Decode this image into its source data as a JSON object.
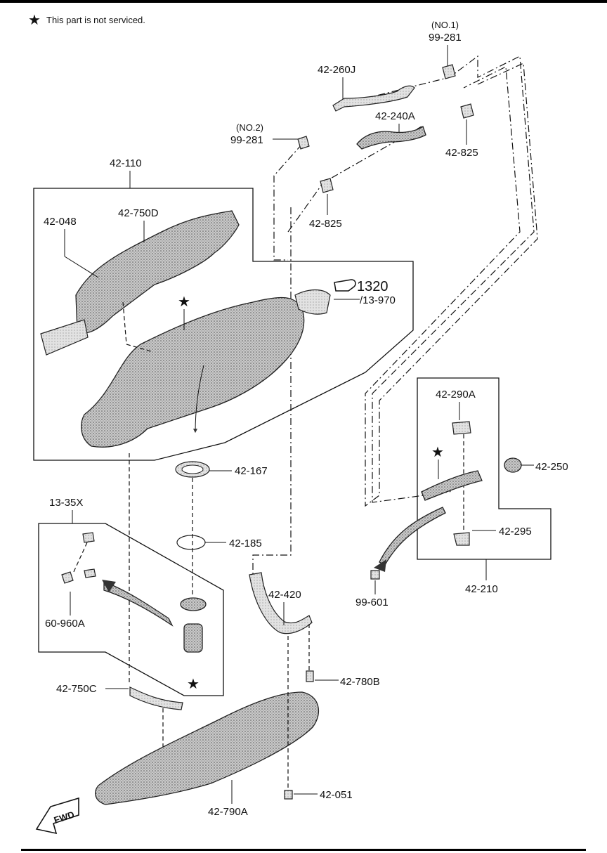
{
  "note": {
    "symbol": "★",
    "text": "This part is not serviced."
  },
  "callouts": {
    "no1": "(NO.1)",
    "p99_281_a": "99-281",
    "p42_260J": "42-260J",
    "p42_240A": "42-240A",
    "no2": "(NO.2)",
    "p99_281_b": "99-281",
    "p42_825_a": "42-825",
    "p42_825_b": "42-825",
    "p42_110": "42-110",
    "p42_048": "42-048",
    "p42_750D": "42-750D",
    "ref_1320": "1320",
    "ref_13_970": "/13-970",
    "p42_167": "42-167",
    "p42_185": "42-185",
    "p13_35X": "13-35X",
    "p60_960A": "60-960A",
    "p42_420": "42-420",
    "p42_780B": "42-780B",
    "p42_750C": "42-750C",
    "p42_051": "42-051",
    "p42_790A": "42-790A",
    "p42_290A": "42-290A",
    "p42_250": "42-250",
    "p42_295": "42-295",
    "p42_210": "42-210",
    "p99_601": "99-601"
  },
  "fwd": "FWD",
  "icons": [
    "star-icon",
    "book-reference-icon",
    "fwd-arrow-icon"
  ]
}
